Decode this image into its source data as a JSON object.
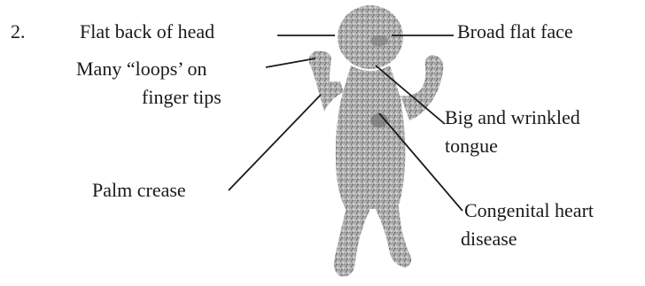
{
  "figure": {
    "number": "2.",
    "body_color": "#a6a6a6",
    "labels": {
      "flat_back_of_head": "Flat back of head",
      "broad_flat_face": "Broad flat face",
      "many_loops_line1": "Many “loops’ on",
      "many_loops_line2": "finger tips",
      "big_wrinkled_line1": "Big and wrinkled",
      "big_wrinkled_line2": "tongue",
      "palm_crease": "Palm crease",
      "congenital_line1": "Congenital heart",
      "congenital_line2": "disease"
    }
  }
}
